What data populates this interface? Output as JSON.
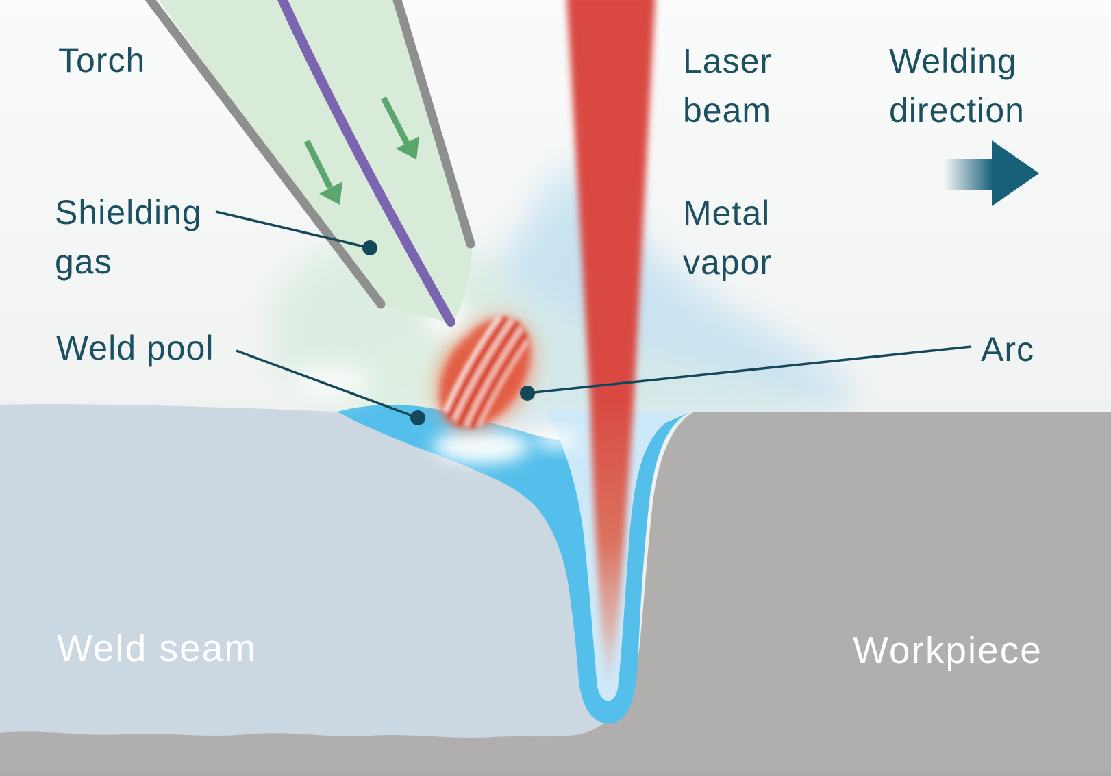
{
  "diagram": {
    "title": "Hybrid laser-arc welding process diagram",
    "labels": {
      "torch": "Torch",
      "shielding_gas_line1": "Shielding",
      "shielding_gas_line2": "gas",
      "weld_pool": "Weld pool",
      "laser_beam_line1": "Laser",
      "laser_beam_line2": "beam",
      "metal_vapor_line1": "Metal",
      "metal_vapor_line2": "vapor",
      "welding_direction_line1": "Welding",
      "welding_direction_line2": "direction",
      "arc": "Arc",
      "weld_seam": "Weld seam",
      "workpiece": "Workpiece"
    },
    "icons": {
      "welding_direction_arrow": "right-arrow",
      "gas_flow_arrows": "down-right-arrows"
    },
    "colors": {
      "label_teal": "#1b5060",
      "white": "#ffffff",
      "laser_red": "#d94a42",
      "pool_blue": "#55bfeb",
      "keyhole_inner_blue": "#cde9f9",
      "vapor_blue": "#c6e2f1",
      "gas_green": "#dcede0",
      "torch_green": "#d8ead8",
      "torch_gray": "#8f8f8f",
      "wire_purple": "#7b64b0",
      "arrow_green": "#5aa66d",
      "seam_gray": "#cbd7e1",
      "workpiece_gray": "#b1afad",
      "leader_teal": "#15485a",
      "direction_arrow_teal": "#17607a"
    }
  }
}
